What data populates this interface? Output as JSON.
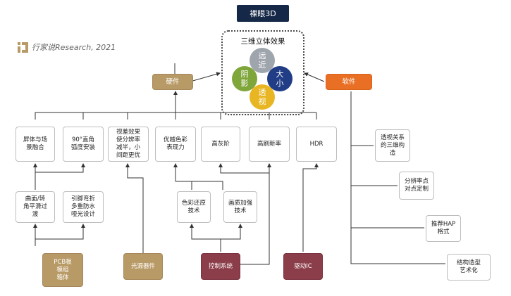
{
  "brand": {
    "text": "行家说Research, 2021",
    "logo_icon": "brand-logo-icon"
  },
  "top": {
    "title": "裸眼3D"
  },
  "effects": {
    "title": "三维立体效果",
    "items": [
      {
        "label": "远\n近",
        "color": "#9fa5ad"
      },
      {
        "label": "阴\n影",
        "color": "#7fa63a"
      },
      {
        "label": "大\n小",
        "color": "#203d86"
      },
      {
        "label": "透\n视",
        "color": "#e8b623"
      }
    ]
  },
  "hardware": {
    "label": "硬件"
  },
  "software": {
    "label": "软件"
  },
  "features": [
    {
      "label": "屏体与场\n景融合"
    },
    {
      "label": "90°直角\n弧度安装"
    },
    {
      "label": "视差效果\n使分辨率\n减半，小\n间距更优"
    },
    {
      "label": "优越色彩\n表现力"
    },
    {
      "label": "高灰阶"
    },
    {
      "label": "高刷新率"
    },
    {
      "label": "HDR"
    }
  ],
  "techniques": [
    {
      "label": "曲面/转\n角平滑过\n渡"
    },
    {
      "label": "引脚弯折\n多重防水\n哑光设计"
    },
    {
      "label": "色彩还原\n技术"
    },
    {
      "label": "画质加强\n技术"
    }
  ],
  "components": [
    {
      "label": "PCB板\n模组\n箱体"
    },
    {
      "label": "光源器件"
    },
    {
      "label": "控制系统"
    },
    {
      "label": "驱动IC"
    }
  ],
  "software_items": [
    {
      "label": "透视关系\n的三维构\n造"
    },
    {
      "label": "分辨率点\n对点定制"
    },
    {
      "label": "推荐HAP\n格式"
    },
    {
      "label": "结构造型\n艺术化"
    }
  ],
  "colors": {
    "line": "#333333",
    "brown": "#b89a66",
    "orange": "#e96f24",
    "navy": "#152847",
    "control": "#8b3d4a"
  }
}
